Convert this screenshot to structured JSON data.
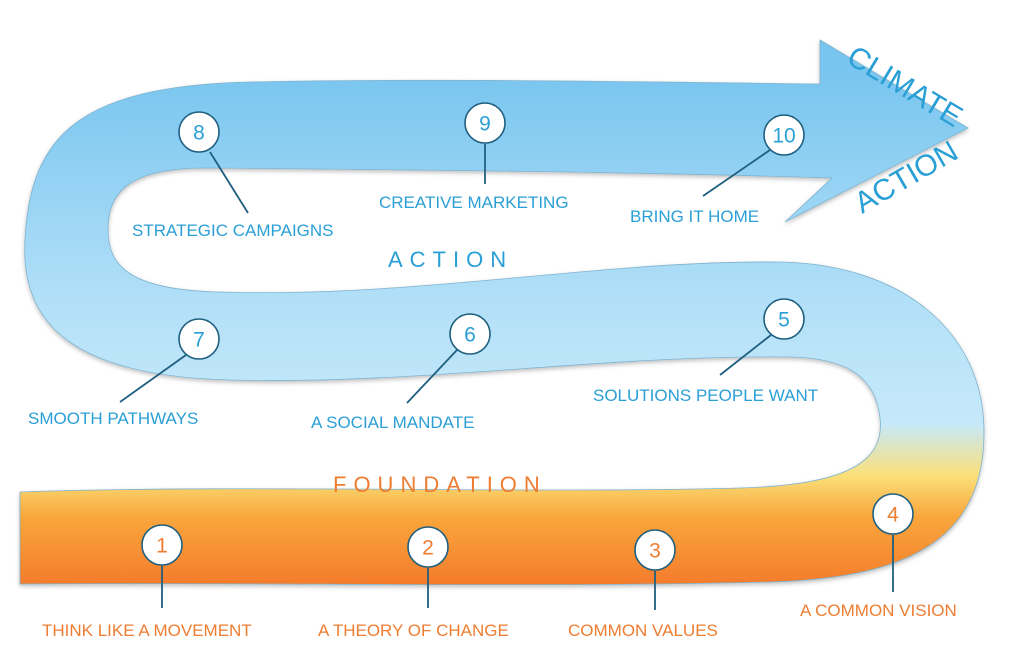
{
  "colors": {
    "blue_text": "#2a9fd6",
    "orange_text": "#ee7d32",
    "marker_stroke": "#1f5f7f",
    "blue_band": "#86cdf2",
    "orange_band": "#f79433"
  },
  "sections": {
    "action": "ACTION",
    "foundation": "FOUNDATION"
  },
  "goal": {
    "line1": "CLIMATE",
    "line2": "ACTION"
  },
  "steps": [
    {
      "number": "1",
      "label": "THINK LIKE A MOVEMENT"
    },
    {
      "number": "2",
      "label": "A THEORY OF CHANGE"
    },
    {
      "number": "3",
      "label": "COMMON VALUES"
    },
    {
      "number": "4",
      "label": "A COMMON VISION"
    },
    {
      "number": "5",
      "label": "SOLUTIONS PEOPLE WANT"
    },
    {
      "number": "6",
      "label": "A SOCIAL MANDATE"
    },
    {
      "number": "7",
      "label": "SMOOTH PATHWAYS"
    },
    {
      "number": "8",
      "label": "STRATEGIC CAMPAIGNS"
    },
    {
      "number": "9",
      "label": "CREATIVE MARKETING"
    },
    {
      "number": "10",
      "label": "BRING IT HOME"
    }
  ]
}
